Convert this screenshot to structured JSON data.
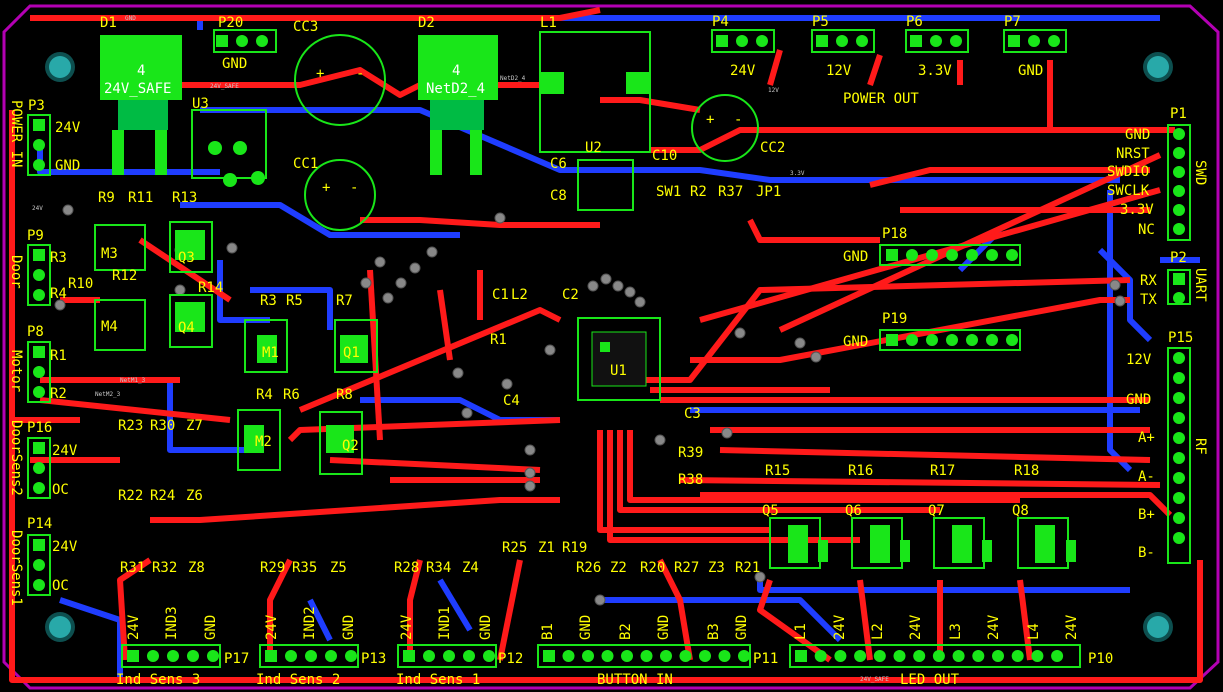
{
  "colors": {
    "background": "#000000",
    "outline": "#b300b3",
    "top_trace": "#ff1a1a",
    "bottom_trace": "#1f3dff",
    "pad": "#19e619",
    "silk": "#ffff00",
    "hole": "#28a9a9",
    "hole_ring": "#0d4f4f",
    "net_label": "#c8c8c8"
  },
  "titles": {
    "power_in": "POWER IN",
    "power_out": "POWER OUT",
    "door": "Door",
    "motor": "Motor",
    "door_sens2": "DoorSens2",
    "door_sens1": "DoorSens1",
    "swd": "SWD",
    "uart": "UART",
    "rf": "RF",
    "ind_sens_3": "Ind Sens 3",
    "ind_sens_2": "Ind Sens 2",
    "ind_sens_1": "Ind Sens 1",
    "button_in": "BUTTON IN",
    "led_out": "LED OUT"
  },
  "designators": {
    "d1": "D1",
    "d2": "D2",
    "p20": "P20",
    "cc3": "CC3",
    "l1": "L1",
    "p4": "P4",
    "p5": "P5",
    "p6": "P6",
    "p7": "P7",
    "p3": "P3",
    "u3": "U3",
    "cc1": "CC1",
    "cc2": "CC2",
    "p1": "P1",
    "u2": "U2",
    "c6": "C6",
    "c8": "C8",
    "c10": "C10",
    "sw1": "SW1",
    "r2a": "R2",
    "r37": "R37",
    "jp1": "JP1",
    "r9": "R9",
    "r11": "R11",
    "r13": "R13",
    "p9": "P9",
    "r3a": "R3",
    "m3": "M3",
    "q3": "Q3",
    "r4a": "R4",
    "r10": "R10",
    "r12": "R12",
    "r14": "R14",
    "m4": "M4",
    "q4": "Q4",
    "p18": "P18",
    "p19": "P19",
    "p2": "P2",
    "p8": "P8",
    "r1a": "R1",
    "r2b": "R2",
    "r3b": "R3",
    "r5": "R5",
    "r7": "R7",
    "m1": "M1",
    "q1": "Q1",
    "c1": "C1",
    "l2": "L2",
    "c2": "C2",
    "r1b": "R1",
    "u1": "U1",
    "p15": "P15",
    "c4": "C4",
    "c3": "C3",
    "r4b": "R4",
    "r6": "R6",
    "r8": "R8",
    "m2": "M2",
    "q2": "Q2",
    "p16": "P16",
    "r23": "R23",
    "r30": "R30",
    "z7": "Z7",
    "r39": "R39",
    "r38": "R38",
    "r15": "R15",
    "r16": "R16",
    "r17": "R17",
    "r18": "R18",
    "r22": "R22",
    "r24": "R24",
    "z6": "Z6",
    "q5": "Q5",
    "q6": "Q6",
    "q7": "Q7",
    "q8": "Q8",
    "p14": "P14",
    "r25": "R25",
    "z1": "Z1",
    "r19": "R19",
    "r31": "R31",
    "r32": "R32",
    "z8": "Z8",
    "r29": "R29",
    "r35": "R35",
    "z5": "Z5",
    "r28": "R28",
    "r34": "R34",
    "z4": "Z4",
    "r26": "R26",
    "z2": "Z2",
    "r20": "R20",
    "r27": "R27",
    "z3": "Z3",
    "r21": "R21",
    "p17": "P17",
    "p13": "P13",
    "p12": "P12",
    "p11": "P11",
    "p10": "P10"
  },
  "labels": {
    "p20_gnd": "GND",
    "p4_24v": "24V",
    "p5_12v": "12V",
    "p6_33v": "3.3V",
    "p7_gnd": "GND",
    "p3_24v": "24V",
    "p3_gnd": "GND",
    "d1_num": "4",
    "d1_name": "24V_SAFE",
    "d2_num": "4",
    "d2_name": "NetD2_4",
    "p1_gnd": "GND",
    "p1_nrst": "NRST",
    "p1_swdio": "SWDIO",
    "p1_swclk": "SWCLK",
    "p1_33v": "3.3V",
    "p1_nc": "NC",
    "p18_gnd": "GND",
    "p19_gnd": "GND",
    "p2_rx": "RX",
    "p2_tx": "TX",
    "p15_12v": "12V",
    "p15_gnd": "GND",
    "p15_ap": "A+",
    "p15_am": "A-",
    "p15_bp": "B+",
    "p15_bm": "B-",
    "p16_24v": "24V",
    "p16_oc": "OC",
    "p14_24v": "24V",
    "p14_oc": "OC",
    "p17_24v": "24V",
    "p17_ind3": "IND3",
    "p17_gnd": "GND",
    "p13_24v": "24V",
    "p13_ind2": "IND2",
    "p13_gnd": "GND",
    "p12_24v": "24V",
    "p12_ind1": "IND1",
    "p12_gnd": "GND",
    "p11_b1": "B1",
    "p11_gnd1": "GND",
    "p11_b2": "B2",
    "p11_gnd2": "GND",
    "p11_b3": "B3",
    "p11_gnd3": "GND",
    "p10_l1": "L1",
    "p10_24v1": "24V",
    "p10_l2": "L2",
    "p10_24v2": "24V",
    "p10_l3": "L3",
    "p10_24v3": "24V",
    "p10_l4": "L4",
    "p10_24v4": "24V",
    "plus": "+",
    "minus": "-"
  },
  "net_labels": {
    "gnd": "GND",
    "v24safe": "24V_SAFE",
    "v12": "12V",
    "v33": "3.3V",
    "v24": "24V",
    "netd2": "NetD2_4",
    "netm1": "NetM1_3",
    "netm2": "NetM2_3"
  }
}
